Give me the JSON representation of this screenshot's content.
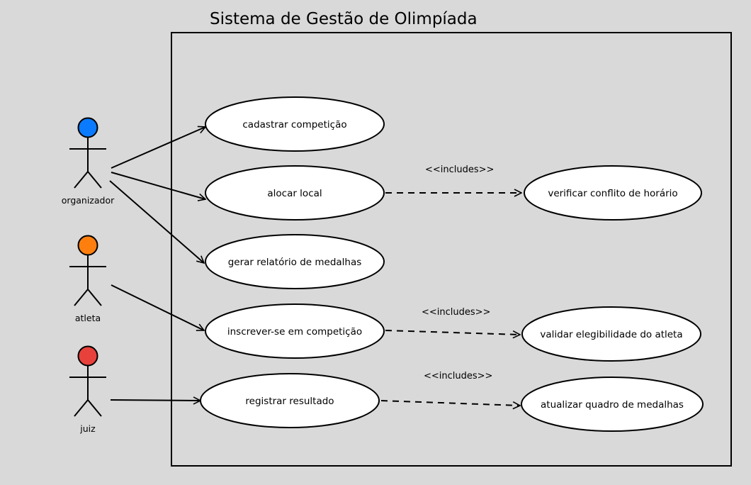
{
  "title": "Sistema de Gestão de Olimpíada",
  "actors": [
    {
      "id": "organizador",
      "label": "organizador",
      "color": "#0a7bff"
    },
    {
      "id": "atleta",
      "label": "atleta",
      "color": "#ff7f0e"
    },
    {
      "id": "juiz",
      "label": "juiz",
      "color": "#e8413c"
    }
  ],
  "use_cases": [
    {
      "id": "cadastrar",
      "label": "cadastrar competição"
    },
    {
      "id": "alocar",
      "label": "alocar local"
    },
    {
      "id": "gerar",
      "label": "gerar relatório de medalhas"
    },
    {
      "id": "inscrever",
      "label": "inscrever-se em competição"
    },
    {
      "id": "registrar",
      "label": "registrar resultado"
    },
    {
      "id": "verificar",
      "label": "verificar conflito de horário"
    },
    {
      "id": "validar",
      "label": "validar elegibilidade do atleta"
    },
    {
      "id": "atualizar",
      "label": "atualizar quadro de medalhas"
    }
  ],
  "associations": [
    {
      "from": "organizador",
      "to": "cadastrar"
    },
    {
      "from": "organizador",
      "to": "alocar"
    },
    {
      "from": "organizador",
      "to": "gerar"
    },
    {
      "from": "atleta",
      "to": "inscrever"
    },
    {
      "from": "juiz",
      "to": "registrar"
    }
  ],
  "includes": [
    {
      "from": "alocar",
      "to": "verificar",
      "label": "<<includes>>"
    },
    {
      "from": "inscrever",
      "to": "validar",
      "label": "<<includes>>"
    },
    {
      "from": "registrar",
      "to": "atualizar",
      "label": "<<includes>>"
    }
  ]
}
